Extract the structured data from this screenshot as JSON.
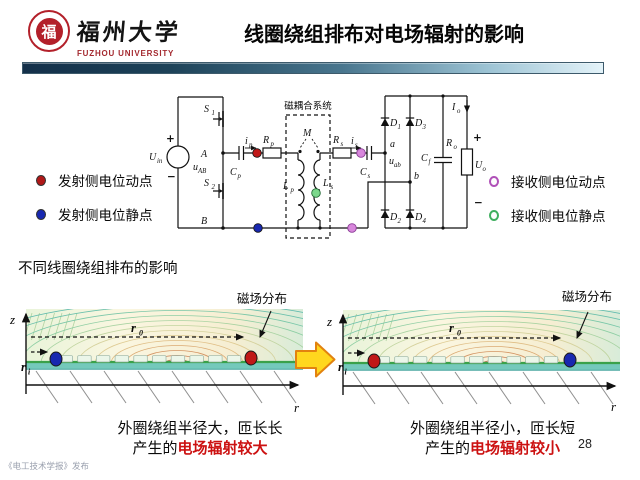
{
  "header": {
    "seal_char": "福",
    "university_cn": "福州大学",
    "university_en": "FUZHOU UNIVERSITY",
    "title": "线圈绕组排布对电场辐射的影响"
  },
  "circuit": {
    "box_label": "磁耦合系统",
    "labels": [
      {
        "id": "uin",
        "m": "U",
        "s": "in"
      },
      {
        "id": "plus1",
        "m": "+",
        "cls": "sign"
      },
      {
        "id": "minus1",
        "m": "−",
        "cls": "sign"
      },
      {
        "id": "s1",
        "m": "S",
        "s": "1"
      },
      {
        "id": "s2",
        "m": "S",
        "s": "2"
      },
      {
        "id": "nodeA",
        "m": "A"
      },
      {
        "id": "uab1",
        "m": "u",
        "s": "AB"
      },
      {
        "id": "nodeB",
        "m": "B"
      },
      {
        "id": "cp",
        "m": "C",
        "s": "p"
      },
      {
        "id": "ip",
        "m": "i",
        "s": "p"
      },
      {
        "id": "rp",
        "m": "R",
        "s": "p"
      },
      {
        "id": "m",
        "m": "M"
      },
      {
        "id": "lp",
        "m": "L",
        "s": "p"
      },
      {
        "id": "ls",
        "m": "L",
        "s": "s"
      },
      {
        "id": "rs",
        "m": "R",
        "s": "s"
      },
      {
        "id": "is",
        "m": "i",
        "s": "s"
      },
      {
        "id": "cs",
        "m": "C",
        "s": "s"
      },
      {
        "id": "d1",
        "m": "D",
        "s": "1"
      },
      {
        "id": "d3",
        "m": "D",
        "s": "3"
      },
      {
        "id": "d2",
        "m": "D",
        "s": "2"
      },
      {
        "id": "d4",
        "m": "D",
        "s": "4"
      },
      {
        "id": "nodea",
        "m": "a"
      },
      {
        "id": "uab2",
        "m": "u",
        "s": "ab"
      },
      {
        "id": "nodeb",
        "m": "b"
      },
      {
        "id": "cf",
        "m": "C",
        "s": "f"
      },
      {
        "id": "io",
        "m": "I",
        "s": "o"
      },
      {
        "id": "ro",
        "m": "R",
        "s": "o"
      },
      {
        "id": "plus2",
        "m": "+",
        "cls": "sign"
      },
      {
        "id": "minus2",
        "m": "−",
        "cls": "sign"
      },
      {
        "id": "uo",
        "m": "U",
        "s": "o"
      }
    ]
  },
  "legend": {
    "transmit": [
      {
        "label": "发射侧电位动点",
        "color": "#b01818",
        "ring": false,
        "icon": "red-dot-icon"
      },
      {
        "label": "发射侧电位静点",
        "color": "#1828b0",
        "ring": false,
        "icon": "blue-dot-icon"
      }
    ],
    "receive": [
      {
        "label": "接收侧电位动点",
        "color": "#b050b8",
        "ring": true,
        "icon": "magenta-dot-icon"
      },
      {
        "label": "接收侧电位静点",
        "color": "#3fae5f",
        "ring": true,
        "icon": "green-dot-icon"
      }
    ]
  },
  "section_title": "不同线圈绕组排布的影响",
  "plots": {
    "left": {
      "field_label": "磁场分布",
      "z": "z",
      "r": "r",
      "r0_main": "r",
      "r0_sub": "0",
      "ri_main": "r",
      "ri_sub": "i",
      "inner_dot_color": "#1828b0",
      "outer_dot_color": "#c01818",
      "caption_line1": "外圈绕组半径大，匝长长",
      "caption_prefix": "产生的",
      "caption_highlight": "电场辐射较大"
    },
    "right": {
      "field_label": "磁场分布",
      "z": "z",
      "r": "r",
      "r0_main": "r",
      "r0_sub": "0",
      "ri_main": "r",
      "ri_sub": "i",
      "inner_dot_color": "#c01818",
      "outer_dot_color": "#1828b0",
      "caption_line1": "外圈绕组半径小，匝长短",
      "caption_prefix": "产生的",
      "caption_highlight": "电场辐射较小"
    }
  },
  "page_number": "28",
  "footer": "《电工技术学报》发布",
  "colors": {
    "highlight_red": "#cc1111",
    "bar_dark": "#14304a",
    "bar_light": "#e4f3f9",
    "band_green": "#3aa14a",
    "band_teal": "#74c9bb",
    "arrow_yellow": "#ffd71e",
    "arrow_outline": "#e2820f"
  }
}
